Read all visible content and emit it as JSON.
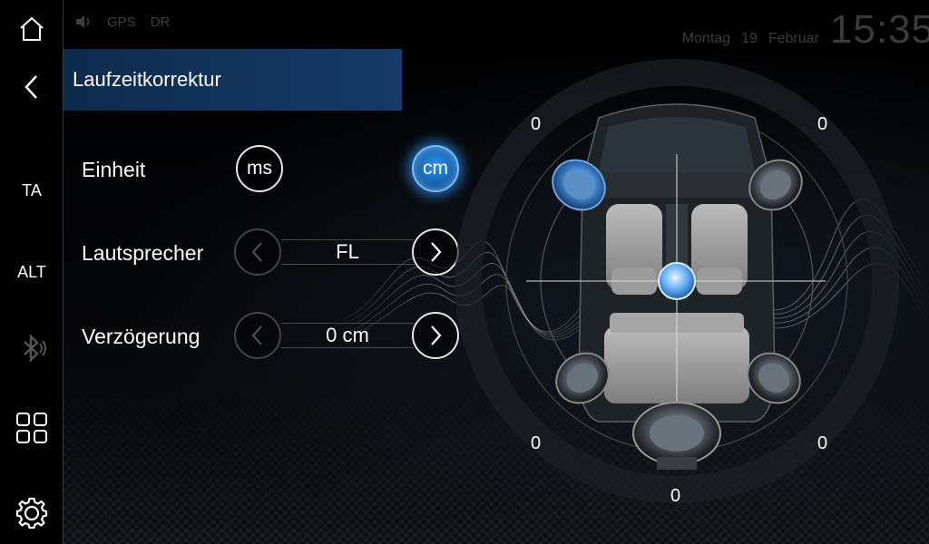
{
  "status_bar": {
    "indicators": [
      "GPS",
      "DR"
    ],
    "day": "Montag",
    "date_day": "19",
    "month": "Februar",
    "time": "15:35"
  },
  "sidebar": {
    "items": [
      {
        "name": "home-icon"
      },
      {
        "name": "back-icon"
      },
      {
        "label": "TA"
      },
      {
        "label": "ALT"
      },
      {
        "name": "bluetooth-icon"
      },
      {
        "name": "apps-grid-icon"
      },
      {
        "name": "settings-gear-icon"
      }
    ]
  },
  "page": {
    "title": "Laufzeitkorrektur"
  },
  "settings": {
    "unit": {
      "label": "Einheit",
      "options": [
        "ms",
        "cm"
      ],
      "selected": "cm"
    },
    "speaker": {
      "label": "Lautsprecher",
      "value": "FL"
    },
    "delay": {
      "label": "Verzögerung",
      "value": "0 cm"
    }
  },
  "speakers": {
    "front_left": "0",
    "front_right": "0",
    "rear_left": "0",
    "rear_right": "0",
    "sub": "0",
    "selected": "front_left"
  },
  "colors": {
    "accent": "#2d8fe0",
    "title_bar": "#173b68"
  }
}
